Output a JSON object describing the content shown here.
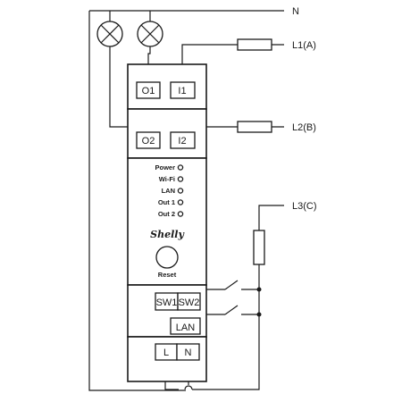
{
  "lines": {
    "neutral": "N",
    "l1": "L1(A)",
    "l2": "L2(B)",
    "l3": "L3(C)"
  },
  "terminals": {
    "o1": "O1",
    "i1": "I1",
    "o2": "O2",
    "i2": "I2",
    "sw1": "SW1",
    "sw2": "SW2",
    "lan": "LAN",
    "l": "L",
    "n": "N"
  },
  "indicators": [
    {
      "label": "Power"
    },
    {
      "label": "Wi-Fi"
    },
    {
      "label": "LAN"
    },
    {
      "label": "Out 1"
    },
    {
      "label": "Out 2"
    }
  ],
  "brand": "Shelly",
  "reset_label": "Reset"
}
